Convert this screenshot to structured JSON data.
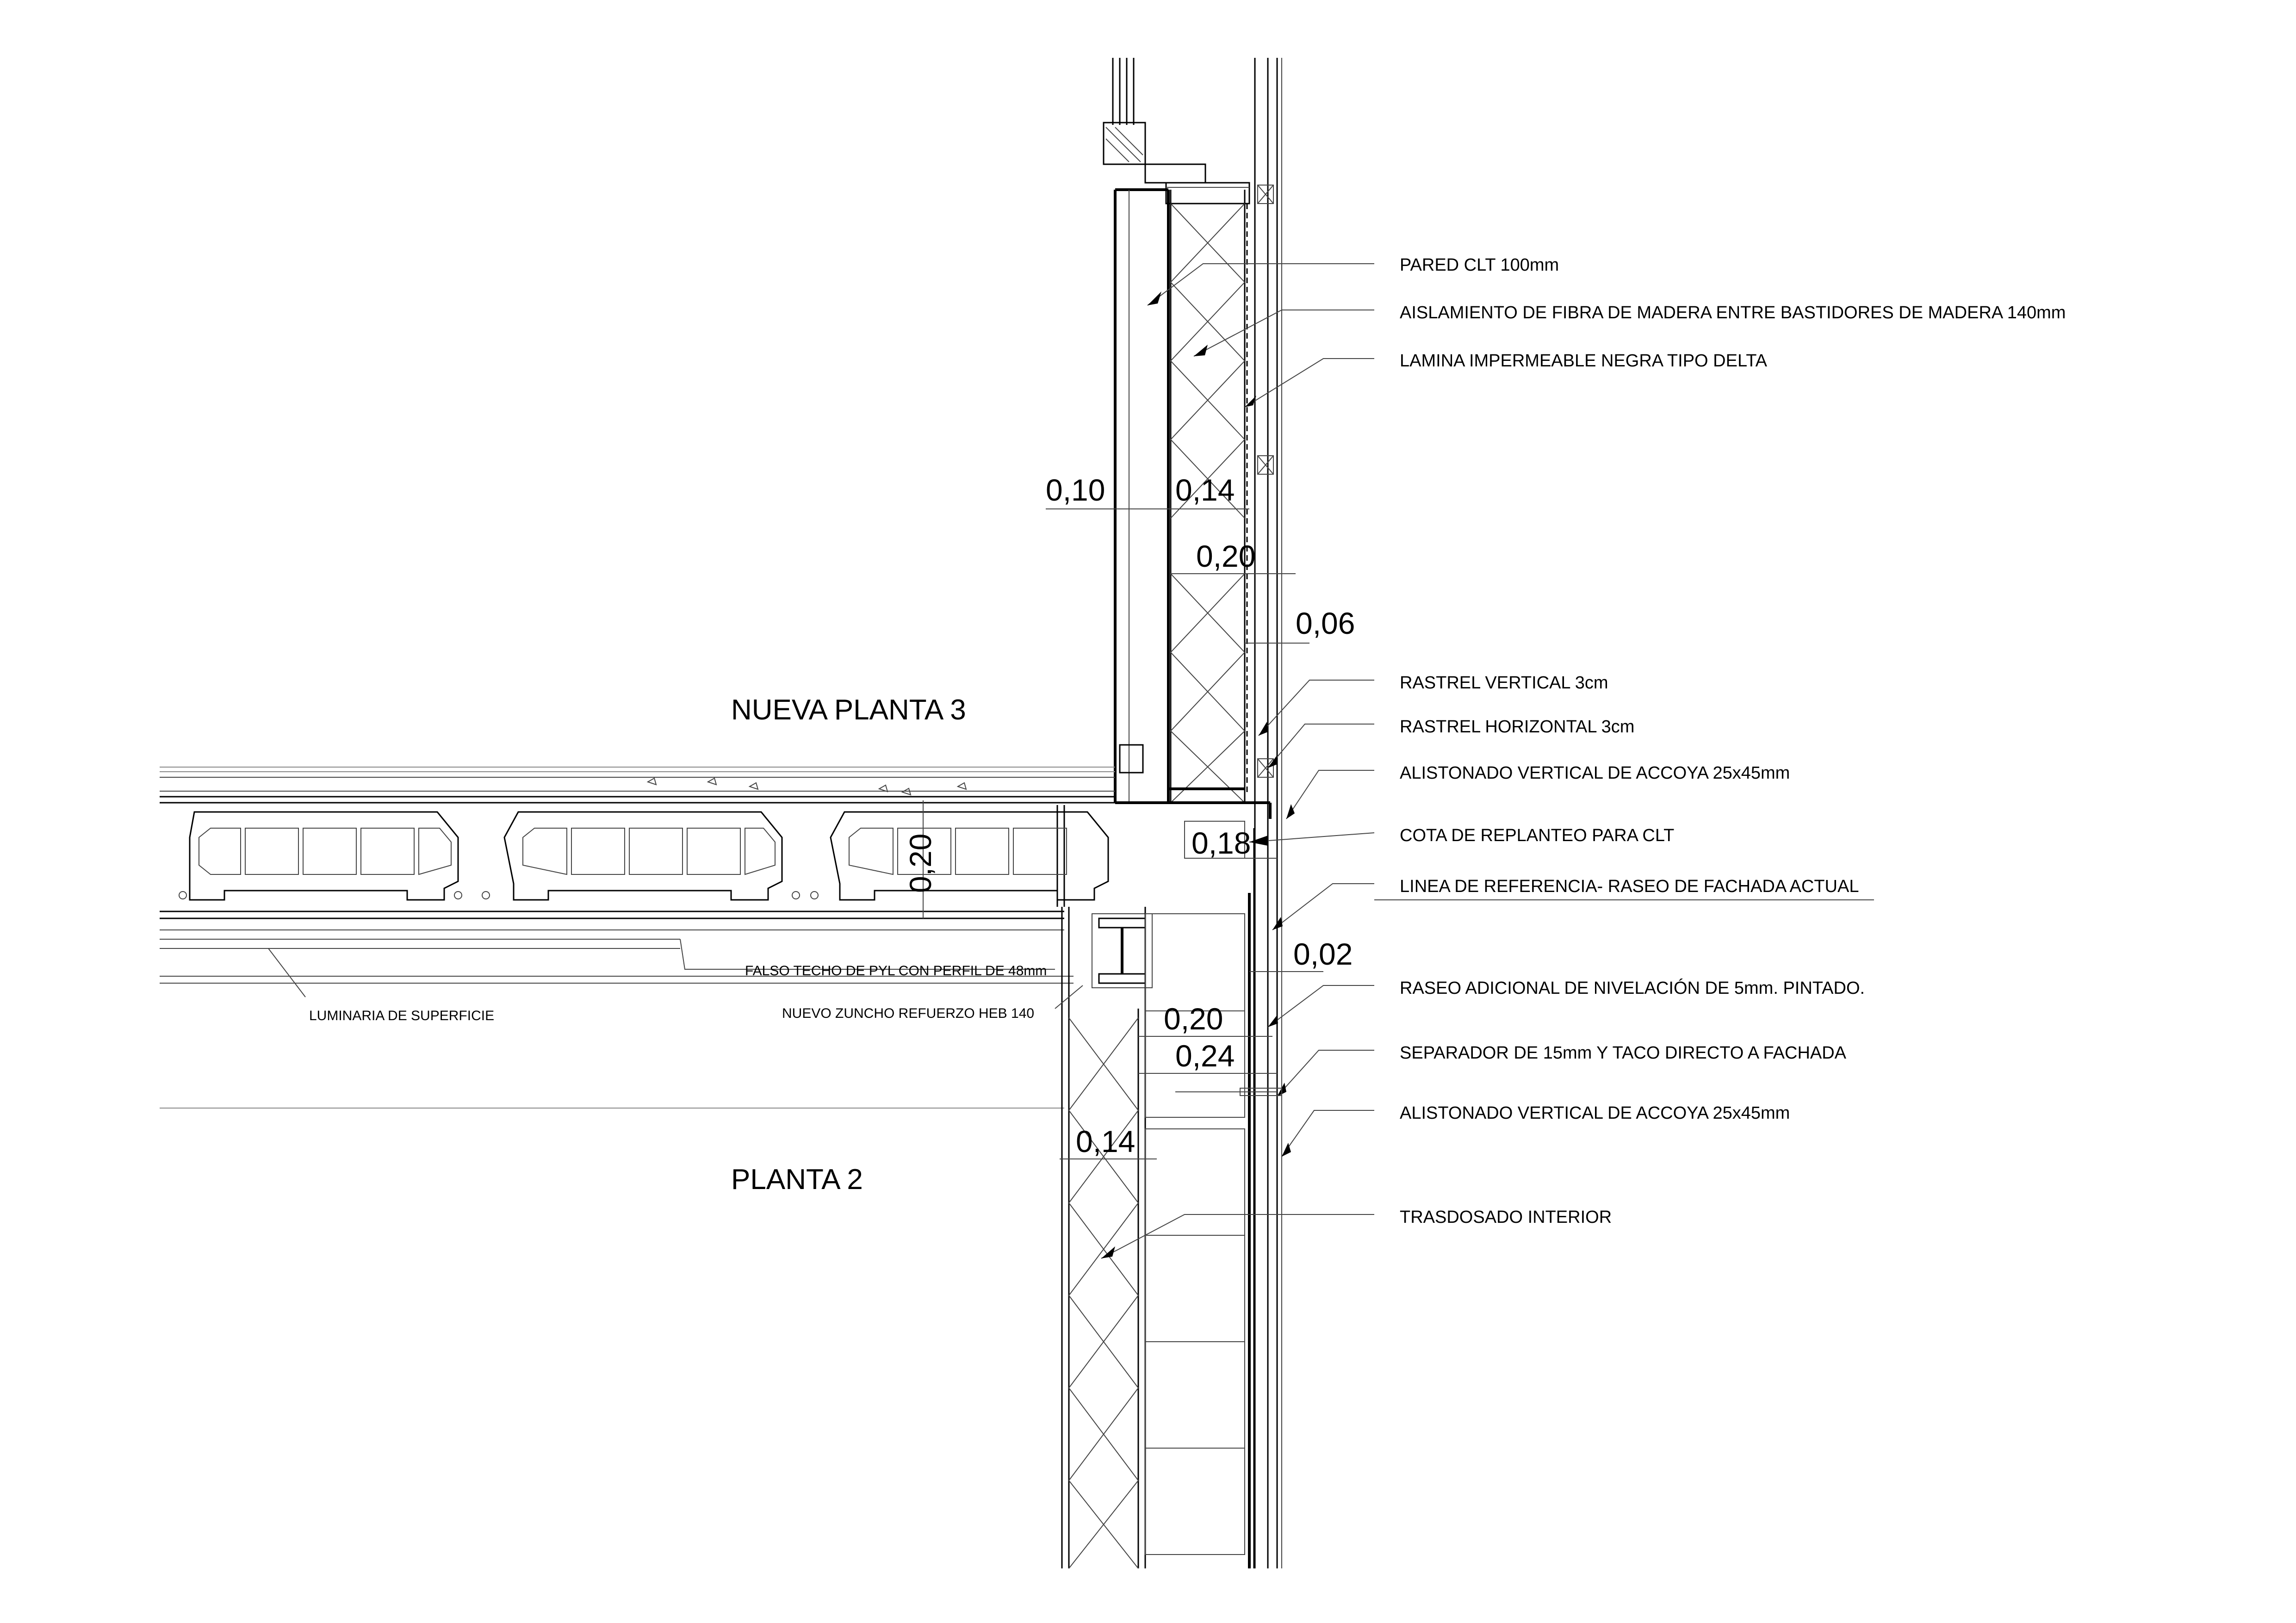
{
  "rooms": {
    "upper": "NUEVA PLANTA 3",
    "lower": "PLANTA 2"
  },
  "labels": {
    "l1": "PARED CLT 100mm",
    "l2": "AISLAMIENTO DE FIBRA DE MADERA ENTRE BASTIDORES DE MADERA 140mm",
    "l3": "LAMINA IMPERMEABLE NEGRA TIPO DELTA",
    "l4": "RASTREL VERTICAL 3cm",
    "l5": "RASTREL HORIZONTAL 3cm",
    "l6": "ALISTONADO VERTICAL DE ACCOYA 25x45mm",
    "l7": "COTA DE REPLANTEO PARA CLT",
    "l8": "LINEA DE REFERENCIA- RASEO DE FACHADA ACTUAL",
    "l9": "RASEO ADICIONAL DE NIVELACIÓN DE 5mm. PINTADO.",
    "l10": "SEPARADOR DE 15mm Y TACO DIRECTO A FACHADA",
    "l11": "ALISTONADO VERTICAL DE ACCOYA 25x45mm",
    "l12": "TRASDOSADO INTERIOR",
    "falso_techo": "FALSO TECHO DE PYL CON PERFIL DE 48mm",
    "zuncho": "NUEVO ZUNCHO REFUERZO HEB 140",
    "luminaria": "LUMINARIA DE SUPERFICIE"
  },
  "dimensions": {
    "d010": "0,10",
    "d014_top": "0,14",
    "d020_top": "0,20",
    "d006": "0,06",
    "d018": "0,18",
    "d020_slab": "0,20",
    "d002": "0,02",
    "d020_low": "0,20",
    "d024": "0,24",
    "d014_low": "0,14"
  }
}
